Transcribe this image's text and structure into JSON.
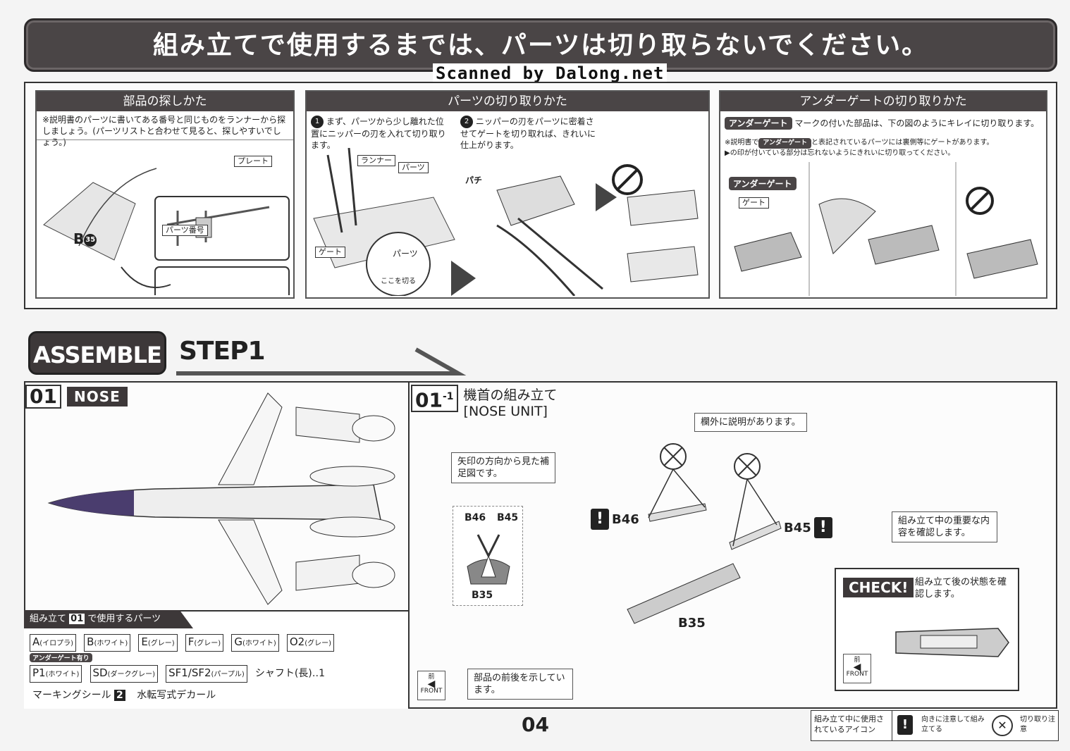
{
  "banner": {
    "text": "組み立てで使用するまでは、パーツは切り取らないでください。"
  },
  "watermark": "Scanned by Dalong.net",
  "howto": {
    "find": {
      "title": "部品の探しかた",
      "note": "※説明書のパーツに書いてある番号と同じものをランナーから探しましょう。(パーツリストと合わせて見ると、探しやすいでしょう。)",
      "plate_label": "プレート",
      "partnum_label": "パーツ番号",
      "part_code": "B",
      "part_num": "35"
    },
    "cut": {
      "title": "パーツの切り取りかた",
      "step1_num": "1",
      "step1": "まず、パーツから少し離れた位置にニッパーの刃を入れて切り取ります。",
      "step2_num": "2",
      "step2": "ニッパーの刃をパーツに密着させてゲートを切り取れば、きれいに仕上がります。",
      "runner_label": "ランナー",
      "parts_label": "パーツ",
      "gate_label": "ゲート",
      "parts_label2": "パーツ",
      "cut_here": "ここを切る",
      "snap": "パチ"
    },
    "undergate": {
      "title": "アンダーゲートの切り取りかた",
      "mark": "アンダーゲート",
      "desc": "マークの付いた部品は、下の図のようにキレイに切り取ります。",
      "note_a": "※説明書で",
      "note_b": "と表記されているパーツには裏側等にゲートがあります。",
      "note_c": "▶の印が付いている部分は忘れないようにきれいに切り取ってください。",
      "label_undergate": "アンダーゲート",
      "label_gate": "ゲート"
    }
  },
  "assemble": {
    "badge": "ASSEMBLE",
    "step": "STEP1"
  },
  "nose": {
    "num": "01",
    "name": "NOSE",
    "parts_title_a": "組み立て",
    "parts_title_num": "01",
    "parts_title_b": "で使用するパーツ",
    "parts_row1": [
      {
        "code": "A",
        "color": "(イロプラ)"
      },
      {
        "code": "B",
        "color": "(ホワイト)"
      },
      {
        "code": "E",
        "color": "(グレー)"
      },
      {
        "code": "F",
        "color": "(グレー)"
      },
      {
        "code": "G",
        "color": "(ホワイト)"
      },
      {
        "code": "O2",
        "color": "(グレー)"
      }
    ],
    "undergate_note": "アンダーゲート有り",
    "parts_row2": [
      {
        "code": "P1",
        "color": "(ホワイト)"
      },
      {
        "code": "SD",
        "color": "(ダークグレー)"
      },
      {
        "code": "SF1/SF2",
        "color": "(パープル)"
      }
    ],
    "shaft": "シャフト(長)‥1",
    "marking": "マーキングシール",
    "marking_num": "2",
    "decal": "水転写式デカール"
  },
  "unit": {
    "num": "01",
    "sub": "1",
    "title": "機首の組み立て",
    "subtitle": "[NOSE UNIT]",
    "note_outside": "欄外に説明があります。",
    "arrow_view": "矢印の方向から見た補足図です。",
    "important": "組み立て中の重要な内容を確認します。",
    "front_note": "部品の前後を示しています。",
    "front_kanji": "前",
    "front_en": "FRONT",
    "parts": {
      "b46": "B46",
      "b45": "B45",
      "b35": "B35"
    },
    "check": {
      "tag": "CHECK!",
      "desc": "組み立て後の状態を確認します。",
      "front_kanji": "前",
      "front_en": "FRONT"
    }
  },
  "legend": {
    "label": "組み立て中に使用されているアイコン",
    "warn_text": "向きに注意して組み立てる",
    "cut_text": "切り取り注意"
  },
  "page": "04"
}
